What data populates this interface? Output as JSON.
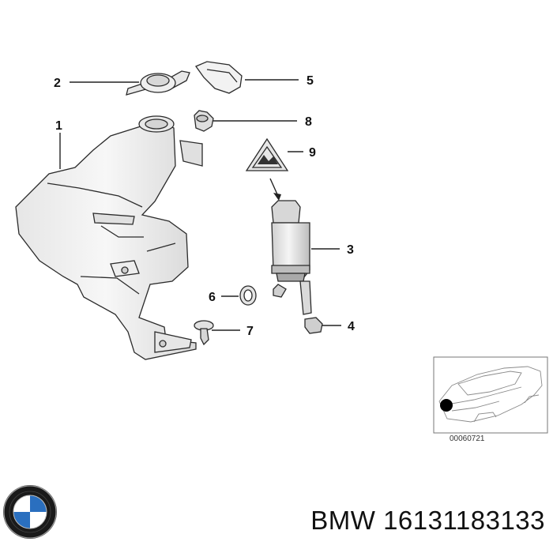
{
  "callouts": [
    "1",
    "2",
    "3",
    "4",
    "5",
    "6",
    "7",
    "8",
    "9"
  ],
  "inset": {
    "code": "00060721"
  },
  "footer": {
    "brand": "BMW",
    "part_number": "16131183133"
  },
  "colors": {
    "outline": "#2b2b2b",
    "fill": "#f2f2f2",
    "shade": "#cfcfcf",
    "text": "#111111"
  },
  "logo": {
    "name": "bmw-roundel"
  }
}
